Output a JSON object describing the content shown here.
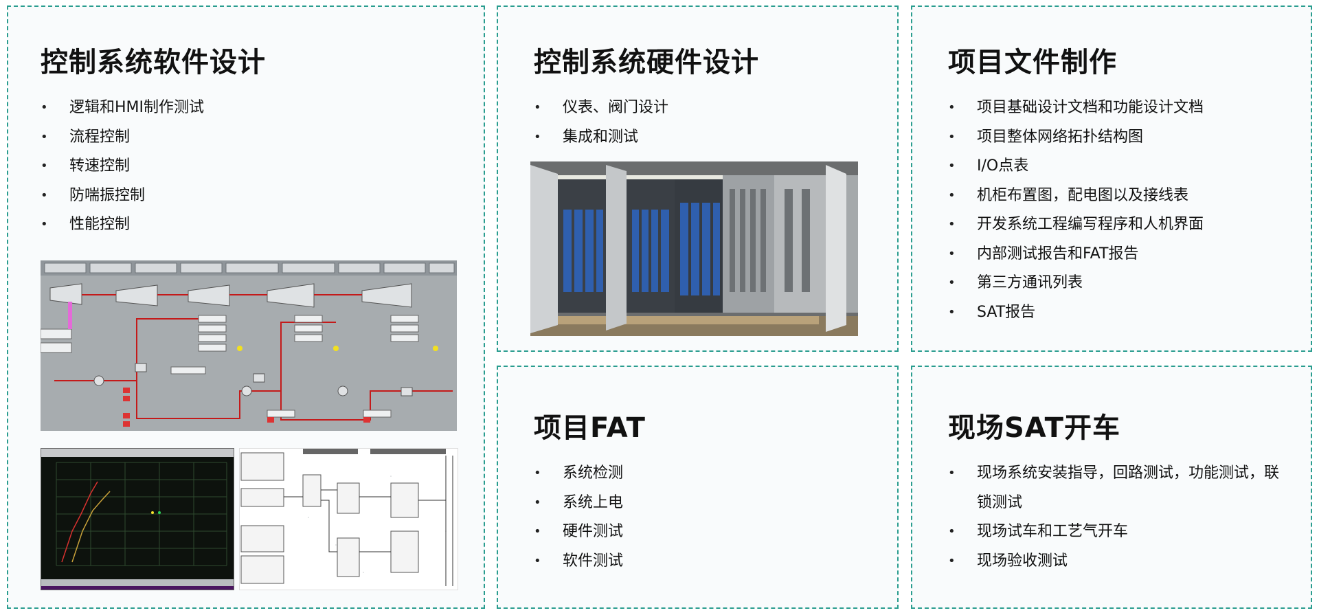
{
  "cards": {
    "software": {
      "title": "控制系统软件设计",
      "items": [
        "逻辑和HMI制作测试",
        "流程控制",
        "转速控制",
        "防喘振控制",
        "性能控制"
      ]
    },
    "hardware": {
      "title": "控制系统硬件设计",
      "items": [
        "仪表、阀门设计",
        "集成和测试"
      ]
    },
    "docs": {
      "title": "项目文件制作",
      "items": [
        "项目基础设计文档和功能设计文档",
        "项目整体网络拓扑结构图",
        "I/O点表",
        "机柜布置图，配电图以及接线表",
        "开发系统工程编写程序和人机界面",
        "内部测试报告和FAT报告",
        "第三方通讯列表",
        "SAT报告"
      ]
    },
    "fat": {
      "title": "项目FAT",
      "items": [
        "系统检测",
        "系统上电",
        "硬件测试",
        "软件测试"
      ]
    },
    "sat": {
      "title": "现场SAT开车",
      "items": [
        "现场系统安装指导，回路测试，功能测试，联锁测试",
        "现场试车和工艺气开车",
        "现场验收测试"
      ]
    }
  },
  "colors": {
    "border": "#2a9d8f",
    "card_bg": "#f9fbfc",
    "hmi_bg": "#a7acaf",
    "hmi_pipe": "#c41a1a"
  }
}
